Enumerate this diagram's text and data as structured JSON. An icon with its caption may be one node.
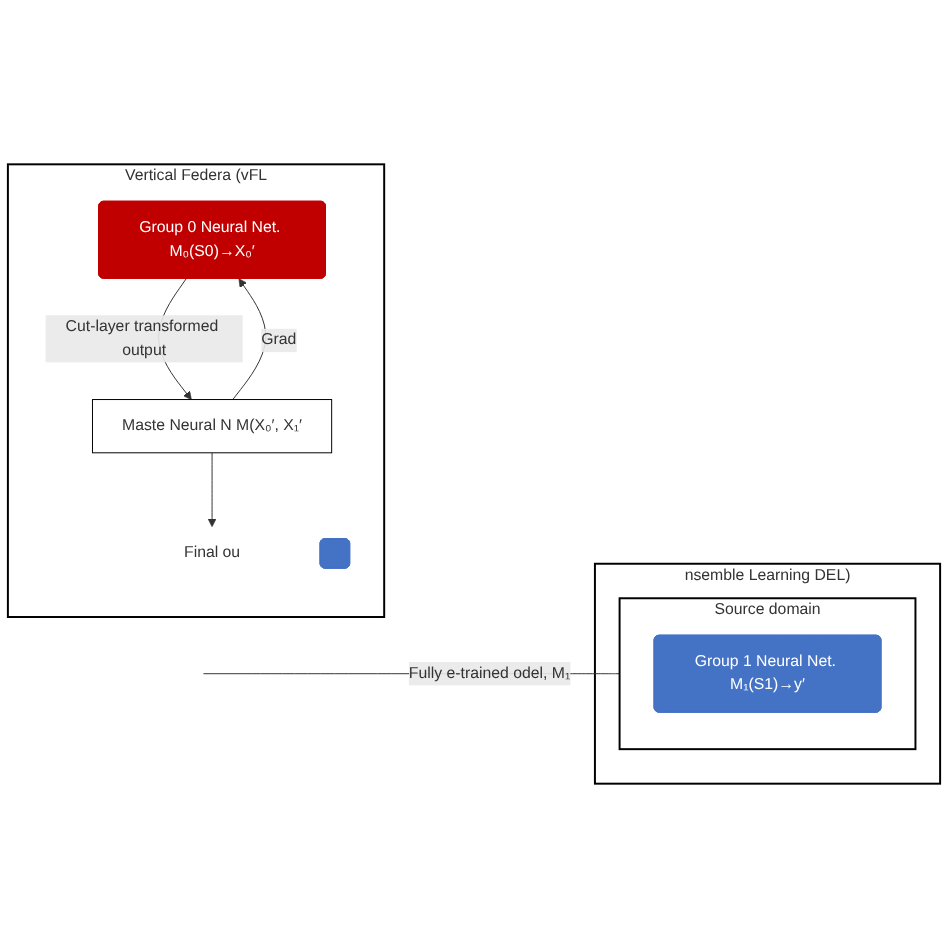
{
  "diagram": {
    "nodes": [
      {
        "text": [
          "nsemble Learning DEL)"
        ]
      },
      {
        "text": [
          "Source domain"
        ],
        "in": 0
      },
      {
        "text": [
          "Group 1 Neural Net. M₁(S1)→y′"
        ],
        "in": 1
      },
      {
        "text": [
          "Vertical Federa (vFL"
        ]
      },
      {
        "text": [
          "Group 0 Neural Net. M₀(S0)→X₀′"
        ],
        "in": 3
      },
      {
        "text": [],
        "shape": "box",
        "in": 3
      },
      {
        "text": [
          "Maste Neural N M(X₀′, X₁′"
        ],
        "in": 3
      },
      {
        "text": [
          "Final ou"
        ],
        "in": 3
      }
    ],
    "edges": [
      {
        "from": null,
        "to": 1,
        "arrow": "none",
        "label": "Fully e-trained odel, M₁"
      },
      {
        "from": 4,
        "to": 6,
        "arrow": "to",
        "label": "Cut-layer transformed output"
      },
      {
        "from": 6,
        "to": 4,
        "arrow": "to",
        "label": "Grad"
      },
      {
        "from": 6,
        "to": 7,
        "arrow": "to"
      }
    ]
  }
}
